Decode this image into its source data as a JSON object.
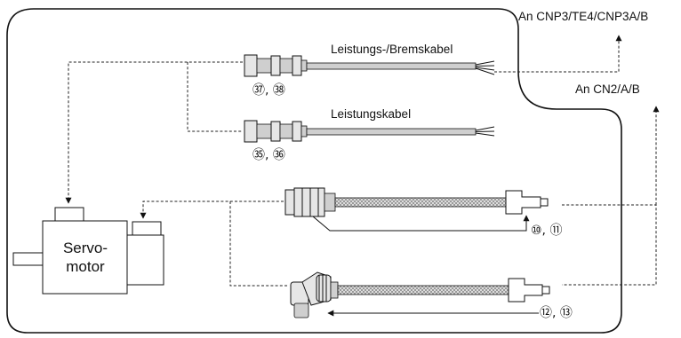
{
  "destinations": {
    "power_terminal": "An CNP3/TE4/CNP3A/B",
    "encoder_terminal": "An CN2/A/B"
  },
  "cables": {
    "power_brake_label": "Leistungs-/Bremskabel",
    "power_brake_numbers": "㊲, ㊳",
    "power_label": "Leistungskabel",
    "power_numbers": "㉟, ㊱",
    "encoder_straight_numbers": "⑩, ⑪",
    "encoder_angled_numbers": "⑫, ⑬"
  },
  "motor": {
    "label_line1": "Servo-",
    "label_line2": "motor"
  }
}
